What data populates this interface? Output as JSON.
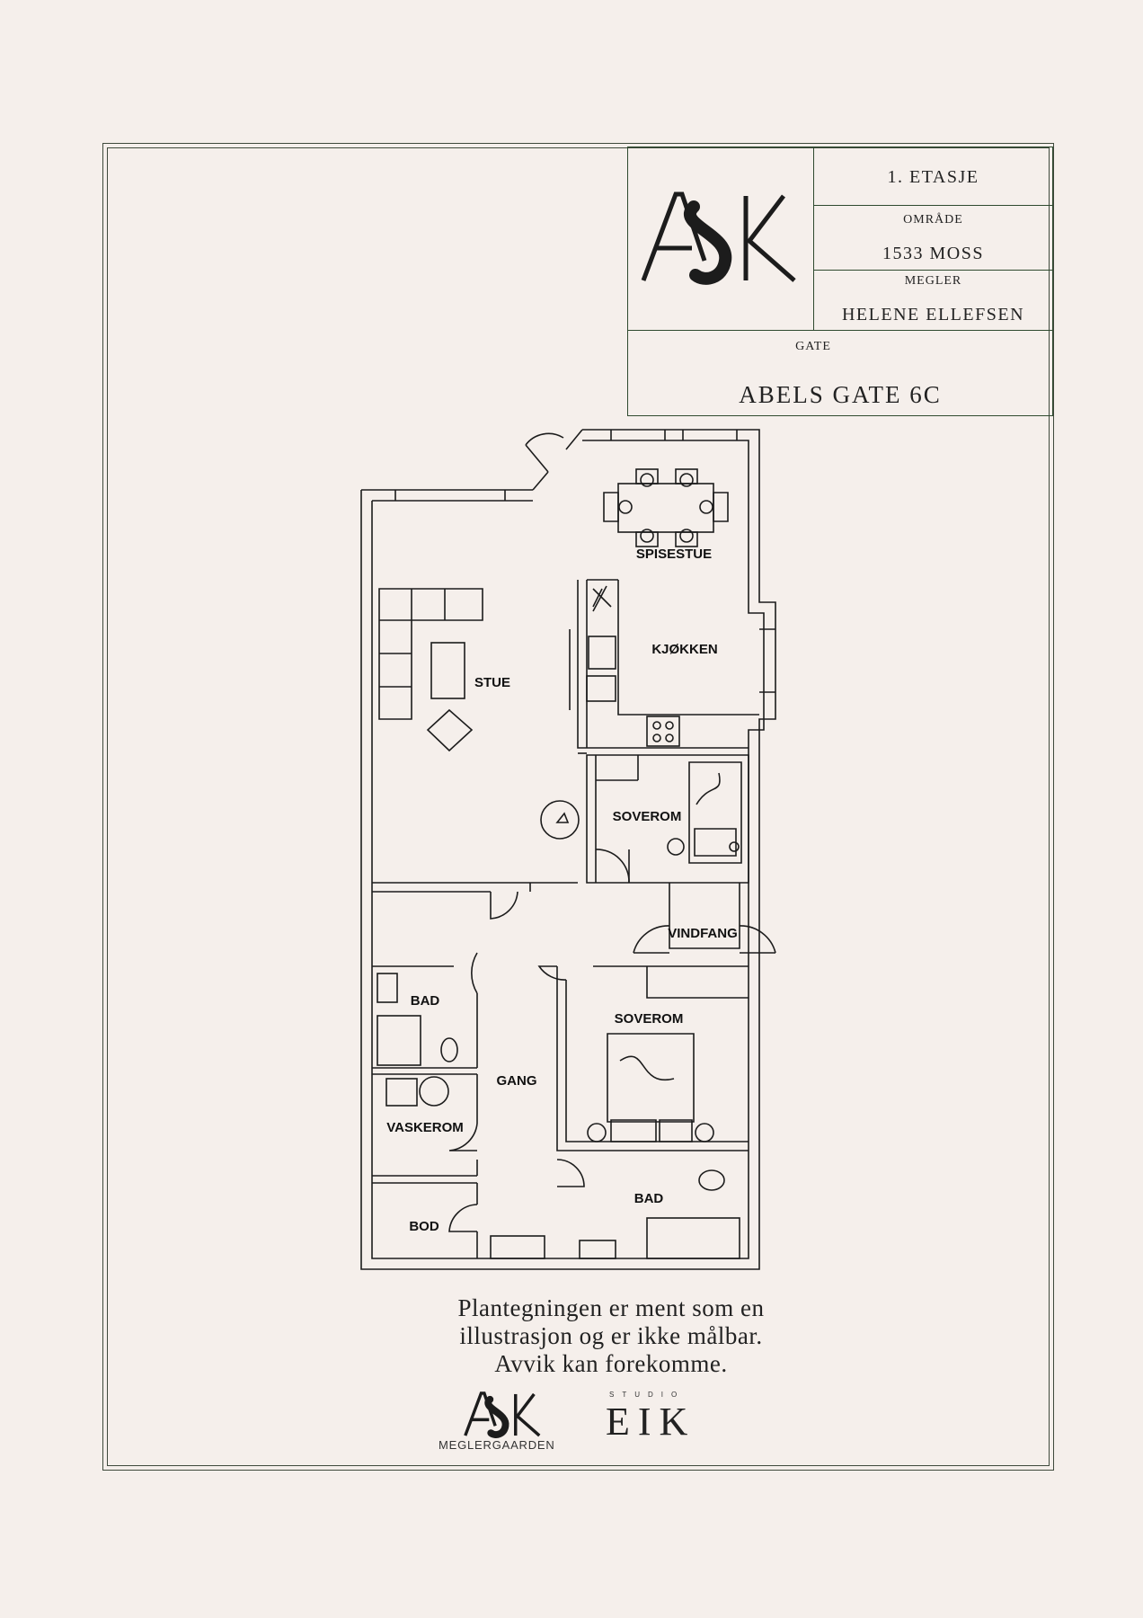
{
  "title_block": {
    "floor": "1. ETASJE",
    "area_label": "OMRÅDE",
    "area_value": "1533 MOSS",
    "agent_label": "MEGLER",
    "agent_value": "HELENE ELLEFSEN",
    "street_label": "GATE",
    "street_value": "ABELS GATE 6C"
  },
  "rooms": {
    "dining": "SPISESTUE",
    "kitchen": "KJØKKEN",
    "living": "STUE",
    "bedroom1": "SOVEROM",
    "entry": "VINDFANG",
    "bath1": "BAD",
    "bedroom2": "SOVEROM",
    "hall": "GANG",
    "laundry": "VASKEROM",
    "bath2": "BAD",
    "storage": "BOD"
  },
  "disclaimer": [
    "Plantegningen er ment som en",
    "illustrasjon og er ikke målbar.",
    "Avvik kan forekomme."
  ],
  "logos": {
    "ask_wordmark": "ASK",
    "ask_sub": "MEGLERGAARDEN",
    "eik_studio": "STUDIO",
    "eik": "EIK"
  },
  "colors": {
    "background": "#f5efeb",
    "frame": "#3f4a3c",
    "title_block_lines": "#2f4a2f",
    "plan_lines": "#1c1c1c"
  }
}
